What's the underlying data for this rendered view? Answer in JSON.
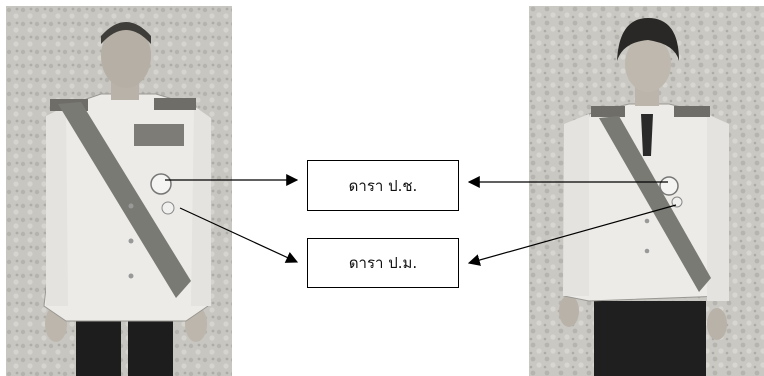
{
  "figure": {
    "labels": {
      "top": "ดารา ป.ช.",
      "bottom": "ดารา ป.ม."
    },
    "photos": {
      "left": "man-in-white-uniform-with-sash",
      "right": "woman-in-white-uniform-with-sash"
    },
    "colors": {
      "background": "#ffffff",
      "photo_bg": "#c9c7c2",
      "uniform": "#ededea",
      "sash": "#7a7a74",
      "trousers": "#1c1c1c",
      "arrow": "#000000"
    }
  }
}
